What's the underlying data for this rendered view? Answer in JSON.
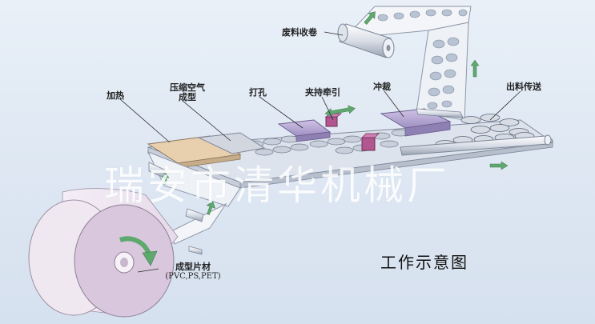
{
  "labels": {
    "waste_rewind": "废料收卷",
    "heating": "加热",
    "compressed_air_forming_l1": "压缩空气",
    "compressed_air_forming_l2": "成型",
    "punching": "打孔",
    "clamp_traction": "夹持牵引",
    "die_cutting": "冲裁",
    "output_conveying": "出料传送",
    "forming_sheet_l1": "成型片材",
    "forming_sheet_l2": "(PVC,PS,PET)"
  },
  "title": "工作示意图",
  "watermark": "瑞安市清华机械厂",
  "colors": {
    "roll_face": "#d9c7dd",
    "heater_top": "#e8cfae",
    "press_plate": "#b9abd4",
    "clamp": "#b2568f",
    "arrow_green": "#5fa86e"
  }
}
